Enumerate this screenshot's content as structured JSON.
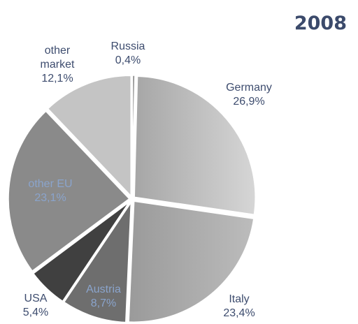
{
  "chart_data": {
    "type": "pie",
    "title": "2008",
    "legend": "none",
    "slices": [
      {
        "name": "Russia",
        "value_label": "0,4%",
        "value": 0.4,
        "color": "#8c8c8c",
        "label_color": "#3d4c6e",
        "label_lines": [
          "Russia"
        ]
      },
      {
        "name": "Germany",
        "value_label": "26,9%",
        "value": 26.9,
        "color": "#bdbdbd",
        "label_color": "#3d4c6e",
        "label_lines": [
          "Germany"
        ]
      },
      {
        "name": "Italy",
        "value_label": "23,4%",
        "value": 23.4,
        "color": "#a8a8a8",
        "label_color": "#3d4c6e",
        "label_lines": [
          "Italy"
        ]
      },
      {
        "name": "Austria",
        "value_label": "8,7%",
        "value": 8.7,
        "color": "#6e6e6e",
        "label_color": "#8aa4cc",
        "label_lines": [
          "Austria"
        ]
      },
      {
        "name": "USA",
        "value_label": "5,4%",
        "value": 5.4,
        "color": "#404040",
        "label_color": "#3d4c6e",
        "label_lines": [
          "USA"
        ]
      },
      {
        "name": "other EU",
        "value_label": "23,1%",
        "value": 23.1,
        "color": "#8a8a8a",
        "label_color": "#8aa4cc",
        "label_lines": [
          "other EU"
        ]
      },
      {
        "name": "other market",
        "value_label": "12,1%",
        "value": 12.1,
        "color": "#c4c4c4",
        "label_color": "#3d4c6e",
        "label_lines": [
          "other",
          "market"
        ]
      }
    ]
  }
}
